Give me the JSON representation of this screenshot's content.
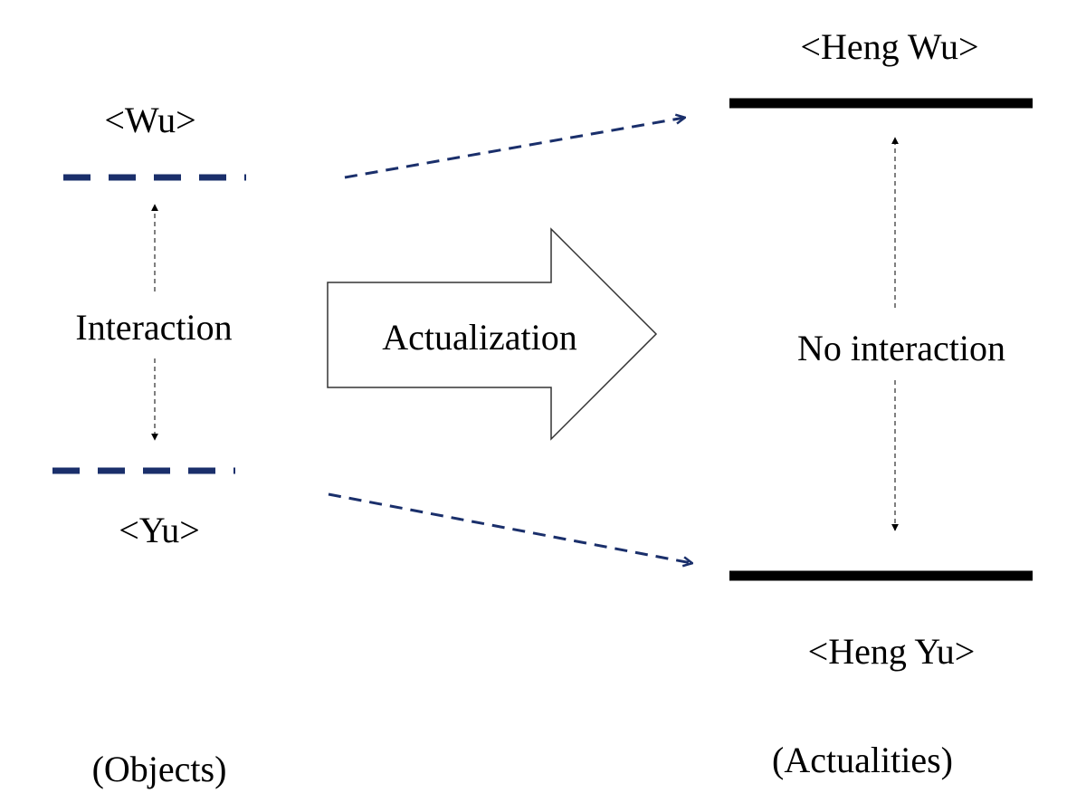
{
  "labels": {
    "wu": "<Wu>",
    "yu": "<Yu>",
    "heng_wu": "<Heng Wu>",
    "heng_yu": "<Heng Yu>",
    "interaction": "Interaction",
    "actualization": "Actualization",
    "no_interaction": "No interaction",
    "objects": "(Objects)",
    "actualities": "(Actualities)"
  },
  "colors": {
    "dashed_level": "#1a2f6b",
    "solid_level": "#000000",
    "text": "#000000"
  }
}
